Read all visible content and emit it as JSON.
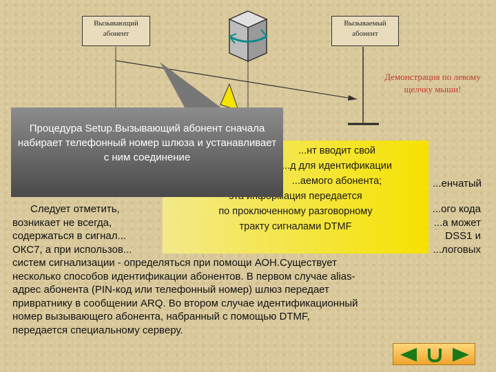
{
  "parties": {
    "caller": "Вызывающий абонент",
    "callee": "Вызываемый абонент"
  },
  "demo_hint": "Демонстрация по левому щелчку мыши!",
  "callout_setup": "Процедура Setup.Вызывающий абонент сначала набирает телефонный номер шлюза и устанавливает с ним соединение",
  "callout_dtmf": [
    "...нт вводит свой",
    "...д для идентификации",
    "...аемого абонента;",
    "эта информация передается",
    "по проключенному разговорному",
    "тракту сигналами DTMF"
  ],
  "main_text": {
    "partial_right_1": "...енчатый",
    "partial_line_1_left": "Следует отметить,",
    "partial_line_1_right": "...ого кода",
    "partial_line_2_left": "возникает не всегда,",
    "partial_line_2_right": "...а может",
    "partial_line_3_left": "содержаться в сигнал...",
    "partial_line_3_right": "DSS1 и",
    "partial_line_4_left": "ОКС7, а при использов...",
    "partial_line_4_right": "...логовых",
    "lines": [
      "систем сигнализации - определяться при помощи АОН.Существует",
      "несколько способов идентификации абонентов. В первом случае alias-",
      "адрес абонента (PIN-код или телефонный номер) шлюз передает",
      "привратнику в сообщении ARQ. Во втором случае идентификационный",
      "номер вызывающего абонента, набранный с помощью DTMF,",
      "передается специальному серверу."
    ]
  },
  "icons": {
    "gateway": "gateway-cube-icon",
    "prev": "arrow-left-icon",
    "return": "return-u-icon",
    "next": "arrow-right-icon"
  },
  "colors": {
    "background": "#d9c89a",
    "caption": "#c0392b",
    "callout_yellow": "#f6e200",
    "callout_gray": "#6e6e6e",
    "nav": "#f0a32d",
    "nav_icon": "#1a7a1a"
  }
}
